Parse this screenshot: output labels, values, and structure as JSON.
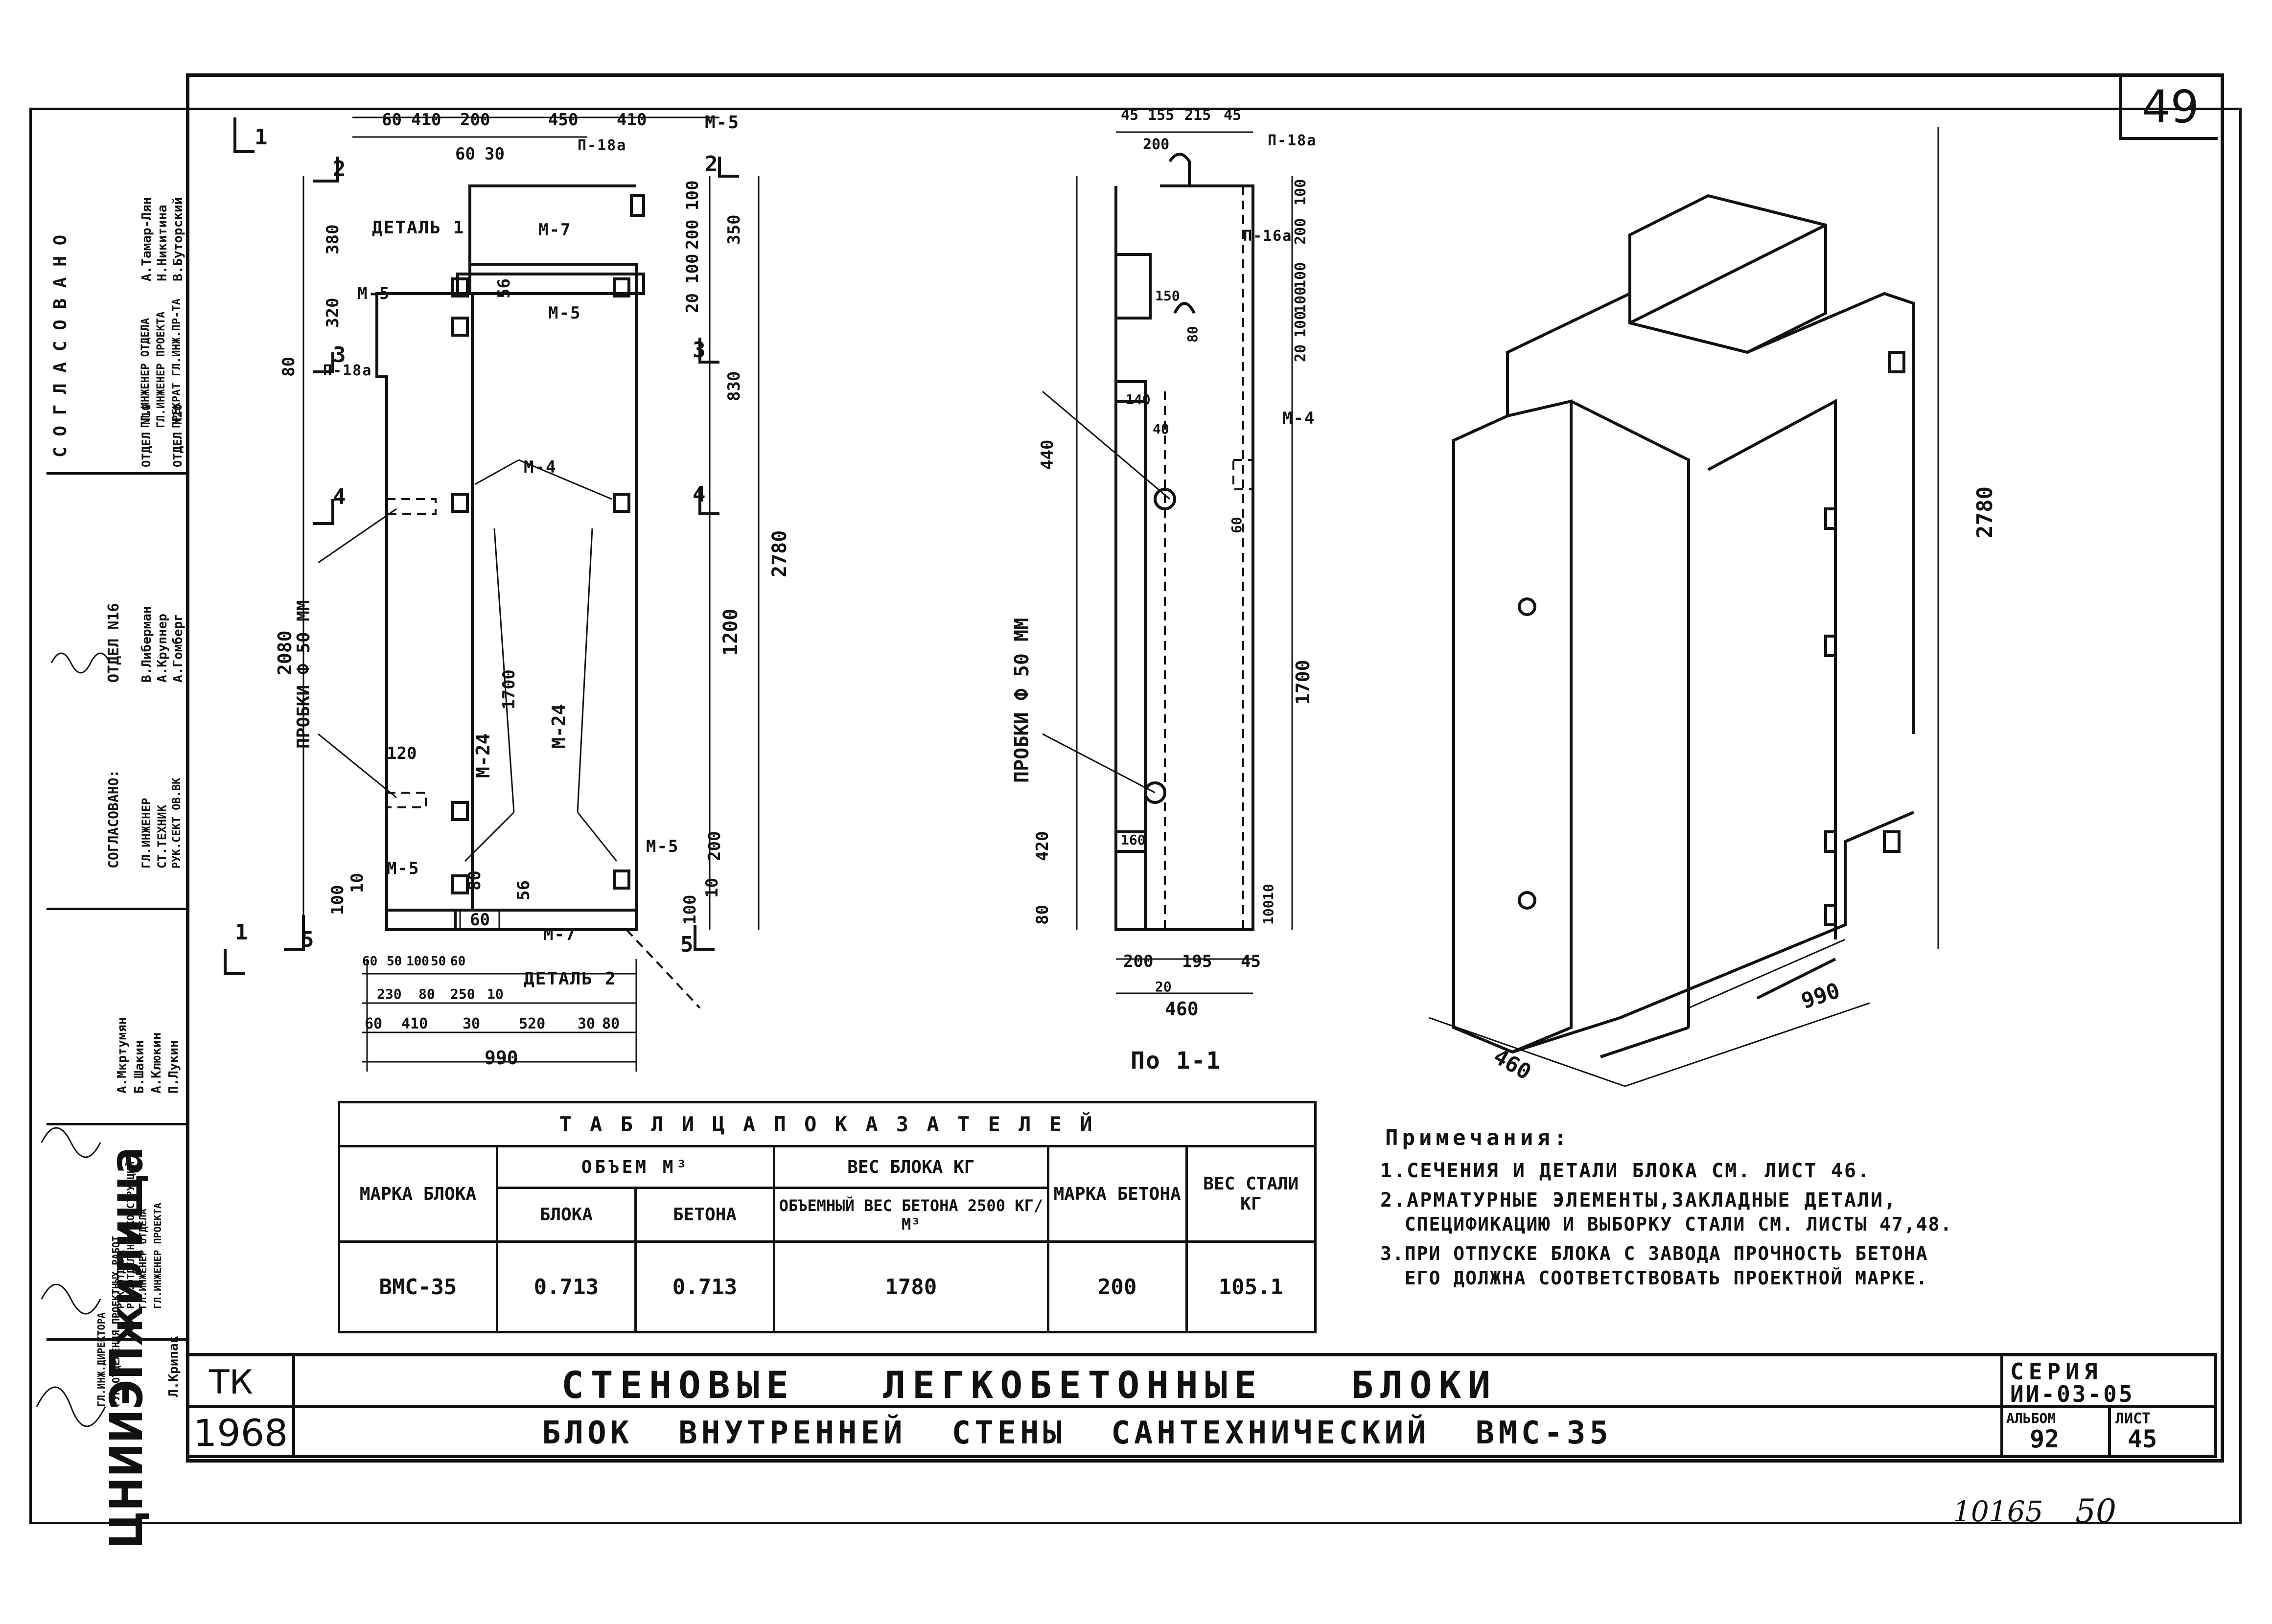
{
  "sheet": {
    "number": "49",
    "handwritten_numbers": [
      "10165",
      "50"
    ]
  },
  "side_panel": {
    "org": "ЦНИИЭПжилища",
    "approvals": "С О Г Л А С О В А Н О",
    "entries": [
      "А.Тамар-Лян",
      "Н.Никитина",
      "В.Буторский",
      "ГЛ.ИНЖЕНЕР ОТДЕЛА",
      "ГЛ.ИНЖЕНЕР ПРОЕКТА",
      "ПРЕКРАТ ГЛ.ИНЖ.ПР-ТА",
      "ОТДЕЛ N10",
      "ОТДЕЛ N20",
      "В.Либерман",
      "А.Крупнер",
      "А.Гомберг",
      "ОТДЕЛ N16",
      "ГЛ.ИНЖЕНЕР",
      "СТ.ТЕХНИК",
      "СОГЛАСОВАНО:",
      "РУК.СЕКТ ОВ.ВК",
      "А.Мкртумян",
      "Б.Шакин",
      "А.Клюкин",
      "П.Лукин",
      "РУК.ОТДЕЛА",
      "РУК.ОТДЕЛЕНИЯ КОНСТРУКЦИЙ",
      "ГЛ.ИНЖЕНЕР ОТДЕЛА",
      "ГЛ.ИНЖЕНЕР ПРОЕКТА",
      "ГЛ.ИНЖ.ДИРЕКТОРА",
      "РУК.ОТДЕЛЕНИЯ ПРОЕКТНЫХ РАБОТ",
      "Л.Крипак"
    ]
  },
  "front_view": {
    "section_marks": [
      "1",
      "2",
      "3",
      "4",
      "5"
    ],
    "labels": [
      "ДЕТАЛЬ 1",
      "ДЕТАЛЬ 2",
      "М-5",
      "М-7",
      "М-4",
      "М-24",
      "П-18а",
      "ПРОБКИ Ф 50 ММ"
    ],
    "top_dims": [
      "60",
      "410",
      "200",
      "450",
      "410",
      "60",
      "30"
    ],
    "left_dims": [
      "380",
      "320",
      "80",
      "2080",
      "100",
      "10"
    ],
    "right_dims": [
      "350",
      "20",
      "100",
      "200",
      "100",
      "830",
      "2780",
      "1200",
      "200",
      "100",
      "10"
    ],
    "inner_dims": [
      "56",
      "1700",
      "56",
      "80",
      "60",
      "120"
    ],
    "bottom_dims_1": [
      "60",
      "50",
      "100",
      "50",
      "60"
    ],
    "bottom_dims_2": [
      "230",
      "80",
      "250",
      "10"
    ],
    "bottom_dims_3": [
      "60",
      "410",
      "30",
      "520",
      "30",
      "80"
    ],
    "total_width": "990"
  },
  "section_view": {
    "title": "По 1-1",
    "labels": [
      "П-18а",
      "П-16а",
      "М-4",
      "ПРОБКИ Ф 50 ММ"
    ],
    "top_dims": [
      "45",
      "155",
      "215",
      "45",
      "200"
    ],
    "dims": [
      "150",
      "80",
      "440",
      "60",
      "140",
      "40",
      "1700",
      "420",
      "80",
      "160",
      "10",
      "100"
    ],
    "right_dims": [
      "100",
      "200",
      "100",
      "20",
      "100",
      "100"
    ],
    "bottom_dims": [
      "200",
      "195",
      "45",
      "20",
      "460"
    ]
  },
  "iso_view": {
    "dims": [
      "2780",
      "990",
      "460"
    ]
  },
  "table": {
    "title": "Т А Б Л И Ц А     П О К А З А Т Е Л Е Й",
    "col_mark": "МАРКА БЛОКА",
    "col_volume": "ОБЪЕМ  М³",
    "col_volume_block": "БЛОКА",
    "col_volume_concrete": "БЕТОНА",
    "col_weight": "ВЕС БЛОКА КГ",
    "col_weight_sub": "ОБЪЕМНЫЙ ВЕС БЕТОНА 2500 КГ/М³",
    "col_concrete_mark": "МАРКА БЕТОНА",
    "col_steel": "ВЕС СТАЛИ КГ",
    "row": {
      "mark": "ВМС-35",
      "vol_block": "0.713",
      "vol_concrete": "0.713",
      "weight": "1780",
      "concrete_mark": "200",
      "steel": "105.1"
    }
  },
  "notes": {
    "title": "Примечания:",
    "items": [
      "1.СЕЧЕНИЯ И ДЕТАЛИ БЛОКА СМ. ЛИСТ 46.",
      "2.АРМАТУРНЫЕ ЭЛЕМЕНТЫ,ЗАКЛАДНЫЕ ДЕТАЛИ,",
      "  СПЕЦИФИКАЦИЮ И ВЫБОРКУ СТАЛИ СМ. ЛИСТЫ 47,48.",
      "3.ПРИ ОТПУСКЕ БЛОКА С ЗАВОДА ПРОЧНОСТЬ БЕТОНА",
      "  ЕГО ДОЛЖНА СООТВЕТСТВОВАТЬ ПРОЕКТНОЙ МАРКЕ."
    ]
  },
  "title_block": {
    "code": "ТК",
    "year": "1968",
    "title": "СТЕНОВЫЕ   ЛЕГКОБЕТОННЫЕ   БЛОКИ",
    "subtitle": "БЛОК  ВНУТРЕННЕЙ  СТЕНЫ  САНТЕХНИЧЕСКИЙ  ВМС-35",
    "series_label": "СЕРИЯ",
    "series": "ИИ-03-05",
    "album_label": "АЛЬБОМ",
    "album": "92",
    "sheet_label": "ЛИСТ",
    "sheet": "45"
  }
}
